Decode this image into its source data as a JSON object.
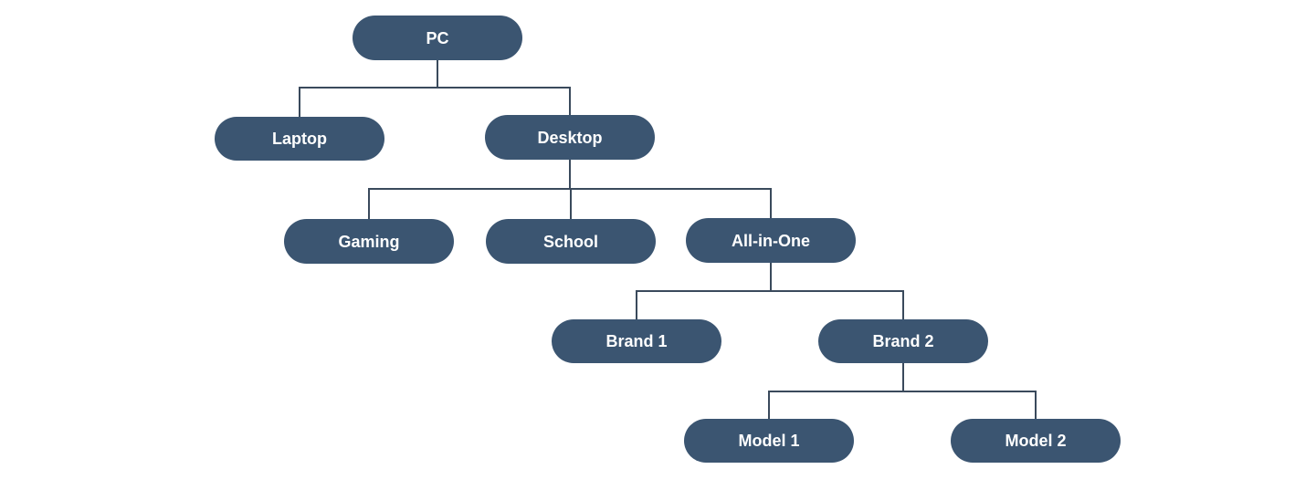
{
  "colors": {
    "node_fill": "#3b5571",
    "node_text": "#ffffff",
    "connector": "#3a4a5c"
  },
  "nodes": {
    "pc": "PC",
    "laptop": "Laptop",
    "desktop": "Desktop",
    "gaming": "Gaming",
    "school": "School",
    "all_in_one": "All-in-One",
    "brand_1": "Brand 1",
    "brand_2": "Brand 2",
    "model_1": "Model 1",
    "model_2": "Model 2"
  },
  "edges": [
    [
      "pc",
      "laptop"
    ],
    [
      "pc",
      "desktop"
    ],
    [
      "desktop",
      "gaming"
    ],
    [
      "desktop",
      "school"
    ],
    [
      "desktop",
      "all_in_one"
    ],
    [
      "all_in_one",
      "brand_1"
    ],
    [
      "all_in_one",
      "brand_2"
    ],
    [
      "brand_2",
      "model_1"
    ],
    [
      "brand_2",
      "model_2"
    ]
  ]
}
